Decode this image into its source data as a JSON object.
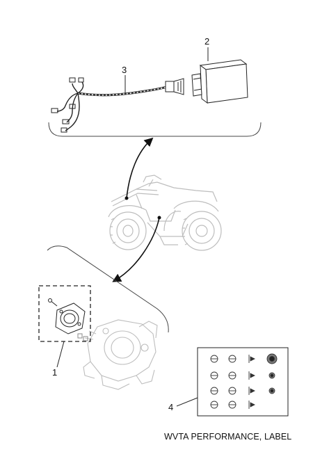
{
  "callouts": {
    "one": "1",
    "two": "2",
    "three": "3",
    "four": "4"
  },
  "caption": "WVTA PERFORMANCE, LABEL",
  "colors": {
    "line": "#111111",
    "faded_line": "#bdbdbd",
    "muted_line": "#8a8a8a"
  }
}
